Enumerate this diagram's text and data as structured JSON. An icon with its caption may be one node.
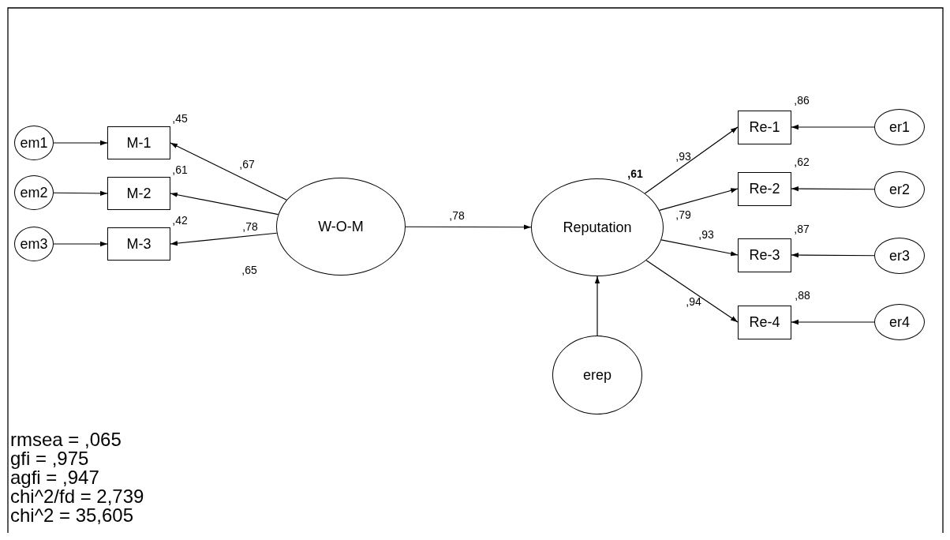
{
  "diagram": {
    "nodes": [
      {
        "text": [
          "em1"
        ]
      },
      {
        "text": [
          "M-1"
        ],
        "beside": [
          ",45"
        ]
      },
      {
        "text": [
          "em2"
        ]
      },
      {
        "text": [
          "M-2"
        ],
        "beside": [
          ",61"
        ]
      },
      {
        "text": [
          "em3"
        ]
      },
      {
        "text": [
          "M-3"
        ],
        "beside": [
          ",42"
        ]
      },
      {
        "text": [
          "W-O-M"
        ]
      },
      {
        "text": [
          "Reputation"
        ],
        "beside": [
          ",61"
        ]
      },
      {
        "text": [
          "erep"
        ]
      },
      {
        "text": [
          "Re-1"
        ],
        "beside": [
          ",86"
        ]
      },
      {
        "text": [
          "Re-2"
        ],
        "beside": [
          ",62"
        ]
      },
      {
        "text": [
          "Re-3"
        ],
        "beside": [
          ",87"
        ]
      },
      {
        "text": [
          "Re-4"
        ],
        "beside": [
          ",88"
        ]
      },
      {
        "text": [
          "er1"
        ]
      },
      {
        "text": [
          "er2"
        ]
      },
      {
        "text": [
          "er3"
        ]
      },
      {
        "text": [
          "er4"
        ]
      }
    ],
    "edges": [
      {
        "from": 0,
        "to": 1,
        "arrow": "to"
      },
      {
        "from": 2,
        "to": 3,
        "arrow": "to"
      },
      {
        "from": 4,
        "to": 5,
        "arrow": "to"
      },
      {
        "from": 6,
        "to": 1,
        "arrow": "to",
        "label": ",67"
      },
      {
        "from": 6,
        "to": 3,
        "arrow": "to",
        "label": ",78"
      },
      {
        "from": 6,
        "to": 5,
        "arrow": "to",
        "label": ",65"
      },
      {
        "from": 6,
        "to": 7,
        "arrow": "to",
        "label": ",78"
      },
      {
        "from": 8,
        "to": 7,
        "arrow": "to"
      },
      {
        "from": 7,
        "to": 9,
        "arrow": "to",
        "label": ",93"
      },
      {
        "from": 7,
        "to": 10,
        "arrow": "to",
        "label": ",79"
      },
      {
        "from": 7,
        "to": 11,
        "arrow": "to",
        "label": ",93"
      },
      {
        "from": 7,
        "to": 12,
        "arrow": "to",
        "label": ",94"
      },
      {
        "from": 13,
        "to": 9,
        "arrow": "to"
      },
      {
        "from": 14,
        "to": 10,
        "arrow": "to"
      },
      {
        "from": 15,
        "to": 11,
        "arrow": "to"
      },
      {
        "from": 16,
        "to": 12,
        "arrow": "to"
      }
    ],
    "labels": [
      "rmsea = ,065",
      "gfi = ,975",
      "agfi = ,947",
      "chi^2/fd = 2,739",
      "chi^2 = 35,605"
    ]
  }
}
